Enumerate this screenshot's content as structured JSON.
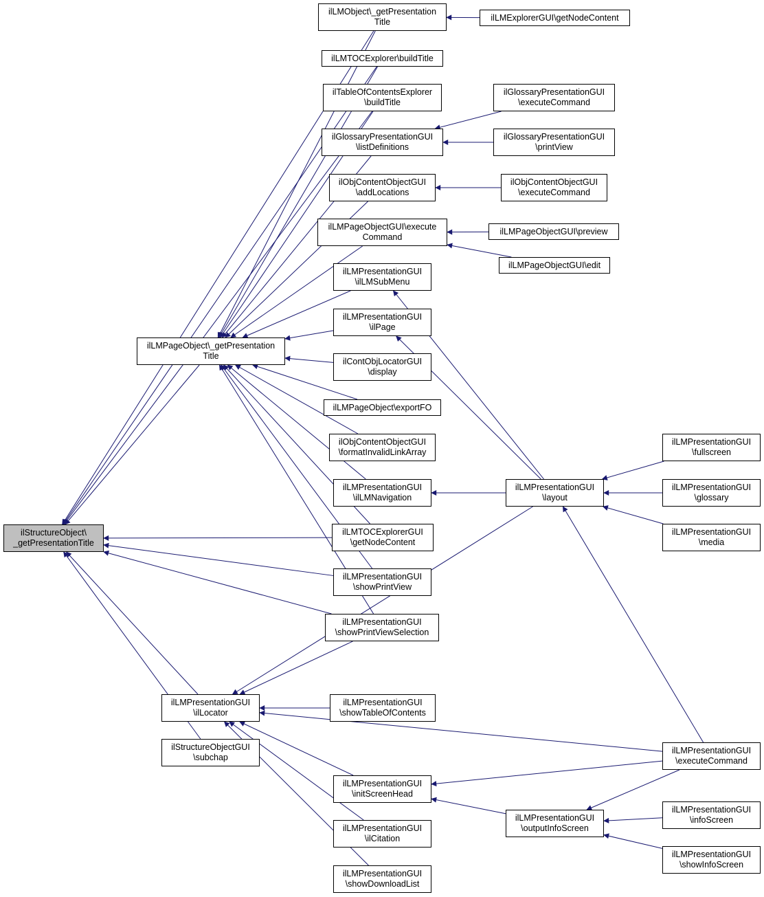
{
  "graph": {
    "type": "caller-graph",
    "edge_color": "#191970",
    "root": "n_root",
    "nodes": {
      "n_root": {
        "lines": [
          "ilStructureObject\\",
          "_getPresentationTitle"
        ],
        "highlighted": true
      },
      "n_pagetitle": {
        "lines": [
          "ilLMPageObject\\_getPresentation",
          "Title"
        ]
      },
      "n_lmobj": {
        "lines": [
          "ilLMObject\\_getPresentation",
          "Title"
        ]
      },
      "n_expnode": {
        "lines": [
          "ilLMExplorerGUI\\getNodeContent"
        ]
      },
      "n_tocexp": {
        "lines": [
          "ilLMTOCExplorer\\buildTitle"
        ]
      },
      "n_tablecont": {
        "lines": [
          "ilTableOfContentsExplorer",
          "\\buildTitle"
        ]
      },
      "n_glosslist": {
        "lines": [
          "ilGlossaryPresentationGUI",
          "\\listDefinitions"
        ]
      },
      "n_glossexec": {
        "lines": [
          "ilGlossaryPresentationGUI",
          "\\executeCommand"
        ]
      },
      "n_glossprint": {
        "lines": [
          "ilGlossaryPresentationGUI",
          "\\printView"
        ]
      },
      "n_objaddloc": {
        "lines": [
          "ilObjContentObjectGUI",
          "\\addLocations"
        ]
      },
      "n_objexec": {
        "lines": [
          "ilObjContentObjectGUI",
          "\\executeCommand"
        ]
      },
      "n_pageobjexec": {
        "lines": [
          "ilLMPageObjectGUI\\execute",
          "Command"
        ]
      },
      "n_preview": {
        "lines": [
          "ilLMPageObjectGUI\\preview"
        ]
      },
      "n_edit": {
        "lines": [
          "ilLMPageObjectGUI\\edit"
        ]
      },
      "n_submenu": {
        "lines": [
          "ilLMPresentationGUI",
          "\\ilLMSubMenu"
        ]
      },
      "n_ilpage": {
        "lines": [
          "ilLMPresentationGUI",
          "\\ilPage"
        ]
      },
      "n_contloc": {
        "lines": [
          "ilContObjLocatorGUI",
          "\\display"
        ]
      },
      "n_exportfo": {
        "lines": [
          "ilLMPageObject\\exportFO"
        ]
      },
      "n_formatinv": {
        "lines": [
          "ilObjContentObjectGUI",
          "\\formatInvalidLinkArray"
        ]
      },
      "n_lmnav": {
        "lines": [
          "ilLMPresentationGUI",
          "\\ilLMNavigation"
        ]
      },
      "n_tocnode": {
        "lines": [
          "ilLMTOCExplorerGUI",
          "\\getNodeContent"
        ]
      },
      "n_showprint": {
        "lines": [
          "ilLMPresentationGUI",
          "\\showPrintView"
        ]
      },
      "n_showprintsel": {
        "lines": [
          "ilLMPresentationGUI",
          "\\showPrintViewSelection"
        ]
      },
      "n_layout": {
        "lines": [
          "ilLMPresentationGUI",
          "\\layout"
        ]
      },
      "n_fullscreen": {
        "lines": [
          "ilLMPresentationGUI",
          "\\fullscreen"
        ]
      },
      "n_glossary": {
        "lines": [
          "ilLMPresentationGUI",
          "\\glossary"
        ]
      },
      "n_media": {
        "lines": [
          "ilLMPresentationGUI",
          "\\media"
        ]
      },
      "n_locator": {
        "lines": [
          "ilLMPresentationGUI",
          "\\ilLocator"
        ]
      },
      "n_showtoc": {
        "lines": [
          "ilLMPresentationGUI",
          "\\showTableOfContents"
        ]
      },
      "n_subchap": {
        "lines": [
          "ilStructureObjectGUI",
          "\\subchap"
        ]
      },
      "n_execcmd": {
        "lines": [
          "ilLMPresentationGUI",
          "\\executeCommand"
        ]
      },
      "n_initscreen": {
        "lines": [
          "ilLMPresentationGUI",
          "\\initScreenHead"
        ]
      },
      "n_outputinfo": {
        "lines": [
          "ilLMPresentationGUI",
          "\\outputInfoScreen"
        ]
      },
      "n_infoscreen": {
        "lines": [
          "ilLMPresentationGUI",
          "\\infoScreen"
        ]
      },
      "n_showinfo": {
        "lines": [
          "ilLMPresentationGUI",
          "\\showInfoScreen"
        ]
      },
      "n_citation": {
        "lines": [
          "ilLMPresentationGUI",
          "\\ilCitation"
        ]
      },
      "n_download": {
        "lines": [
          "ilLMPresentationGUI",
          "\\showDownloadList"
        ]
      }
    },
    "edges": [
      [
        "n_lmobj",
        "n_root"
      ],
      [
        "n_tocexp",
        "n_root"
      ],
      [
        "n_tablecont",
        "n_root"
      ],
      [
        "n_pagetitle",
        "n_root"
      ],
      [
        "n_tocnode",
        "n_root"
      ],
      [
        "n_showprint",
        "n_root"
      ],
      [
        "n_showprintsel",
        "n_root"
      ],
      [
        "n_locator",
        "n_root"
      ],
      [
        "n_subchap",
        "n_root"
      ],
      [
        "n_expnode",
        "n_lmobj"
      ],
      [
        "n_lmobj",
        "n_pagetitle"
      ],
      [
        "n_tocexp",
        "n_pagetitle"
      ],
      [
        "n_tablecont",
        "n_pagetitle"
      ],
      [
        "n_glosslist",
        "n_pagetitle"
      ],
      [
        "n_objaddloc",
        "n_pagetitle"
      ],
      [
        "n_pageobjexec",
        "n_pagetitle"
      ],
      [
        "n_submenu",
        "n_pagetitle"
      ],
      [
        "n_ilpage",
        "n_pagetitle"
      ],
      [
        "n_contloc",
        "n_pagetitle"
      ],
      [
        "n_exportfo",
        "n_pagetitle"
      ],
      [
        "n_formatinv",
        "n_pagetitle"
      ],
      [
        "n_lmnav",
        "n_pagetitle"
      ],
      [
        "n_tocnode",
        "n_pagetitle"
      ],
      [
        "n_showprint",
        "n_pagetitle"
      ],
      [
        "n_showprintsel",
        "n_pagetitle"
      ],
      [
        "n_glossexec",
        "n_glosslist"
      ],
      [
        "n_glossprint",
        "n_glosslist"
      ],
      [
        "n_objexec",
        "n_objaddloc"
      ],
      [
        "n_preview",
        "n_pageobjexec"
      ],
      [
        "n_edit",
        "n_pageobjexec"
      ],
      [
        "n_layout",
        "n_submenu"
      ],
      [
        "n_layout",
        "n_ilpage"
      ],
      [
        "n_layout",
        "n_lmnav"
      ],
      [
        "n_fullscreen",
        "n_layout"
      ],
      [
        "n_glossary",
        "n_layout"
      ],
      [
        "n_media",
        "n_layout"
      ],
      [
        "n_execcmd",
        "n_layout"
      ],
      [
        "n_showprintsel",
        "n_locator"
      ],
      [
        "n_layout",
        "n_locator"
      ],
      [
        "n_showtoc",
        "n_locator"
      ],
      [
        "n_execcmd",
        "n_locator"
      ],
      [
        "n_initscreen",
        "n_locator"
      ],
      [
        "n_citation",
        "n_locator"
      ],
      [
        "n_download",
        "n_locator"
      ],
      [
        "n_execcmd",
        "n_initscreen"
      ],
      [
        "n_outputinfo",
        "n_initscreen"
      ],
      [
        "n_execcmd",
        "n_outputinfo"
      ],
      [
        "n_infoscreen",
        "n_outputinfo"
      ],
      [
        "n_showinfo",
        "n_outputinfo"
      ]
    ]
  }
}
